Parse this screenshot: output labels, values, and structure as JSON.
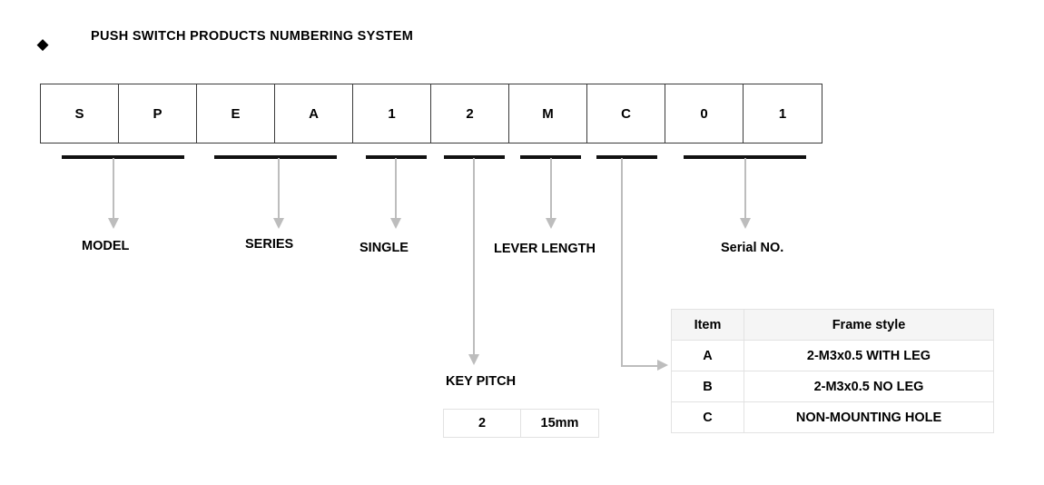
{
  "header": {
    "bullet_icon": "diamond-bullet-icon",
    "title": "PUSH SWITCH PRODUCTS NUMBERING SYSTEM"
  },
  "part_number": {
    "cells": [
      {
        "value": "S"
      },
      {
        "value": "P"
      },
      {
        "value": "E"
      },
      {
        "value": "A"
      },
      {
        "value": "1"
      },
      {
        "value": "2"
      },
      {
        "value": "M"
      },
      {
        "value": "C"
      },
      {
        "value": "0"
      },
      {
        "value": "1"
      }
    ]
  },
  "field_labels": [
    {
      "text": "MODEL"
    },
    {
      "text": "SERIES"
    },
    {
      "text": "SINGLE"
    },
    {
      "text": "LEVER LENGTH"
    },
    {
      "text": "Serial NO."
    }
  ],
  "key_pitch": {
    "title": "KEY PITCH",
    "code": "2",
    "value": "15mm"
  },
  "frame_style_table": {
    "headers": [
      "Item",
      "Frame style"
    ],
    "rows": [
      {
        "item": "A",
        "style": "2-M3x0.5 WITH LEG"
      },
      {
        "item": "B",
        "style": "2-M3x0.5 NO LEG"
      },
      {
        "item": "C",
        "style": "NON-MOUNTING HOLE"
      }
    ]
  },
  "colors": {
    "text": "#000000",
    "box_border": "#3a3a3a",
    "bar": "#111111",
    "arrow": "#bdbdbd",
    "table_border": "#e2e2e2",
    "table_header_bg": "#f5f5f5"
  }
}
